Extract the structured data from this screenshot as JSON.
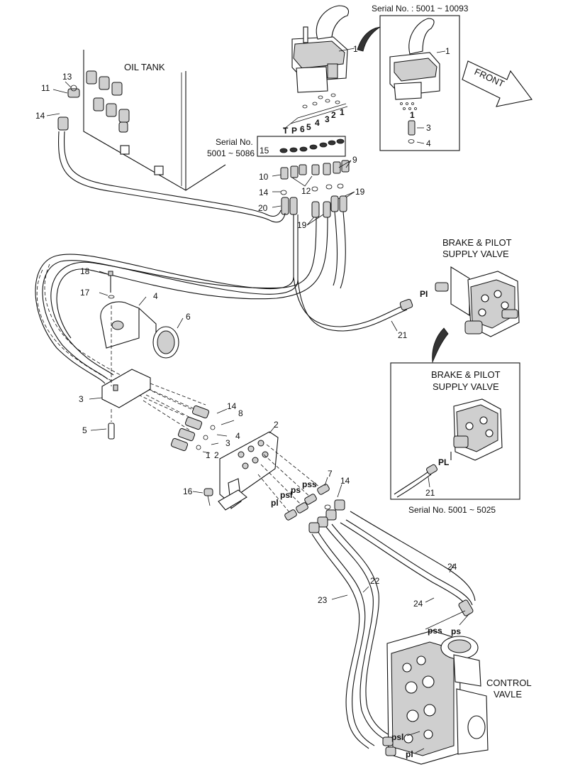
{
  "titles": {
    "oil_tank": "OIL TANK",
    "front": "FRONT",
    "brake_pilot_1a": "BRAKE & PILOT",
    "brake_pilot_1b": "SUPPLY VALVE",
    "brake_pilot_2a": "BRAKE & PILOT",
    "brake_pilot_2b": "SUPPLY VALVE",
    "control_valve_a": "CONTROL",
    "control_valve_b": "VAVLE"
  },
  "serials": {
    "inset_top": "Serial No. : 5001 ~ 10093",
    "box_a": "Serial No.",
    "box_b": "5001 ~ 5086",
    "inset_bottom": "Serial No. 5001 ~ 5025"
  },
  "port_labels": {
    "T": "T",
    "P": "P",
    "p6": "6",
    "p5": "5",
    "p4": "4",
    "p3": "3",
    "p2": "2",
    "p1": "1",
    "pss_plate": "pss",
    "ps_plate": "ps",
    "psl_plate": "psl",
    "pl_plate": "pl",
    "PI_right": "PI",
    "PL_inset": "PL",
    "pss_valve": "pss",
    "ps_valve": "ps",
    "psl_valve": "psl",
    "pl_valve": "pl",
    "ts1": "1",
    "ts2": "2",
    "ts3": "3",
    "ts4": "4",
    "inset_port": "1"
  },
  "callouts": {
    "c1": "1",
    "c1b": "1",
    "c3b": "3",
    "c4b": "4",
    "c13": "13",
    "c11": "11",
    "c14a": "14",
    "c15": "15",
    "c10": "10",
    "c14b": "14",
    "c20": "20",
    "c12": "12",
    "c9": "9",
    "c19a": "19",
    "c19b": "19",
    "c18": "18",
    "c17": "17",
    "c4": "4",
    "c6": "6",
    "c3": "3",
    "c5": "5",
    "c14c": "14",
    "c8": "8",
    "c2": "2",
    "c16": "16",
    "c7": "7",
    "c14d": "14",
    "c21": "21",
    "c21b": "21",
    "c22": "22",
    "c23": "23",
    "c24a": "24",
    "c24b": "24"
  }
}
